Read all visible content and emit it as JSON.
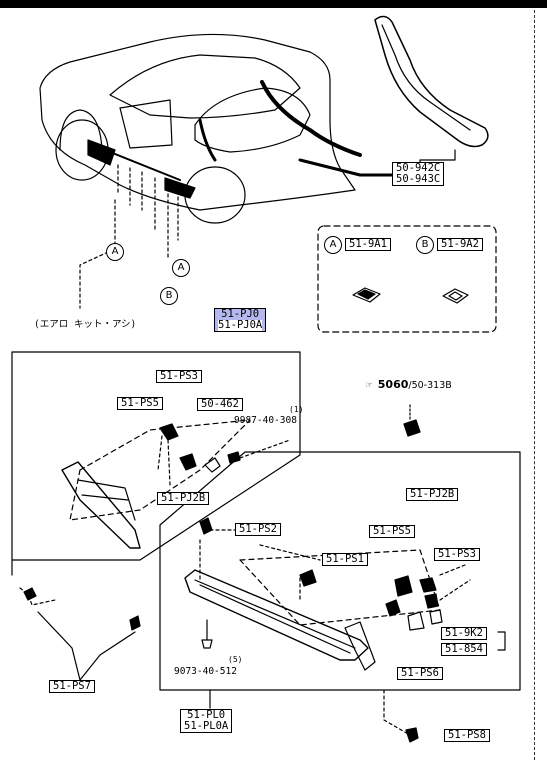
{
  "labels": {
    "molding_l": "50-942C",
    "molding_r": "50-943C",
    "pj0": "51-PJ0",
    "pj0a": "51-PJ0A",
    "ps3_top": "51-PS3",
    "ps5_top": "51-PS5",
    "n50_462": "50-462",
    "pj2b_left": "51-PJ2B",
    "ps2": "51-PS2",
    "ps1": "51-PS1",
    "pj2b_right": "51-PJ2B",
    "ps5_right": "51-PS5",
    "ps3_right": "51-PS3",
    "k2": "51-9K2",
    "n854": "51-854",
    "ps6": "51-PS6",
    "ps7": "51-PS7",
    "pl0": "51-PL0",
    "pl0a": "51-PL0A",
    "ps8": "51-PS8",
    "inset_a": "51-9A1",
    "inset_b": "51-9A2"
  },
  "callouts": {
    "a": "A",
    "b": "B"
  },
  "texts": {
    "aero_kit": "(エアロ キット・アシ)",
    "part_9987": "9987-40-308",
    "qty_9987": "(1)",
    "part_9073": "9073-40-512",
    "qty_9073": "(5)",
    "ref_5060": "5060",
    "ref_313b": "/50-313B"
  }
}
